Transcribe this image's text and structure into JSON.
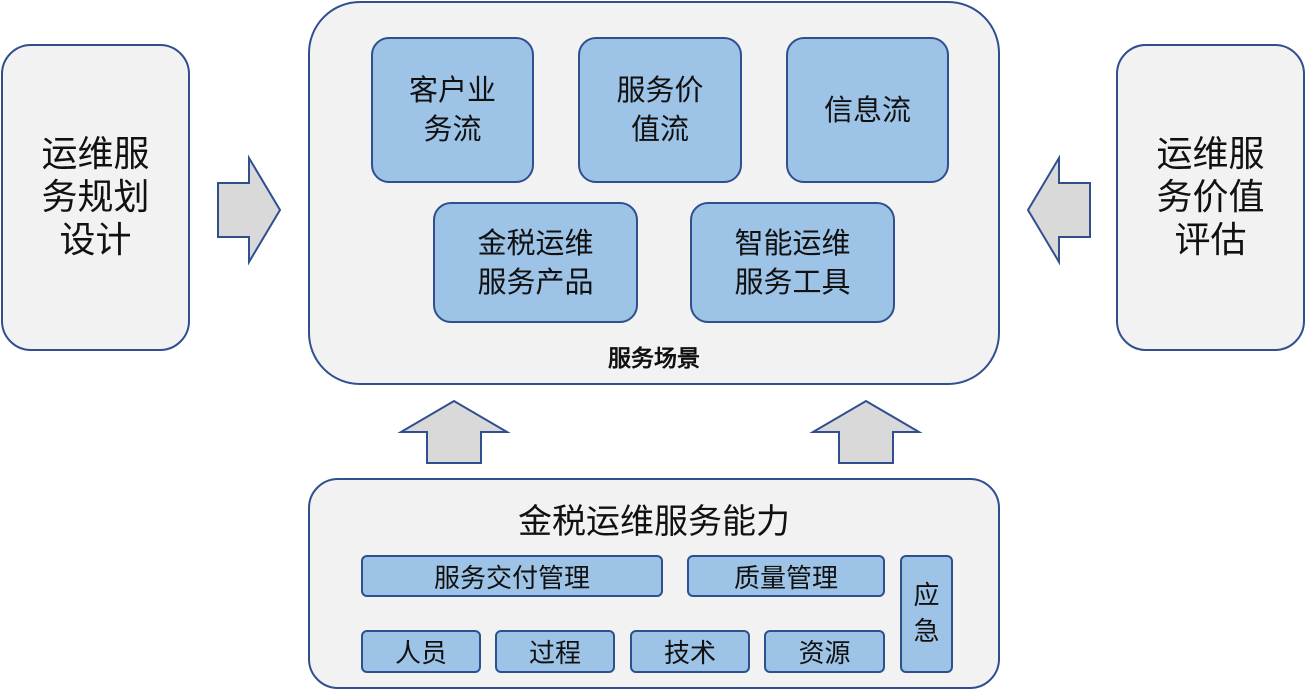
{
  "left_panel": {
    "label": "运维服\n务规划\n设计"
  },
  "right_panel": {
    "label": "运维服\n务价值\n评估"
  },
  "scene": {
    "title": "服务场景",
    "items": [
      "客户业\n务流",
      "服务价\n值流",
      "信息流",
      "金税运维\n服务产品",
      "智能运维\n服务工具"
    ]
  },
  "capability": {
    "title": "金税运维服务能力",
    "delivery": "服务交付管理",
    "quality": "质量管理",
    "emergency": "应\n急",
    "people": "人员",
    "process": "过程",
    "technology": "技术",
    "resources": "资源"
  },
  "colors": {
    "panel_fill": "#f2f2f2",
    "box_fill": "#9dc3e6",
    "border": "#2f4f8f",
    "arrow_fill": "#d9d9d9"
  }
}
